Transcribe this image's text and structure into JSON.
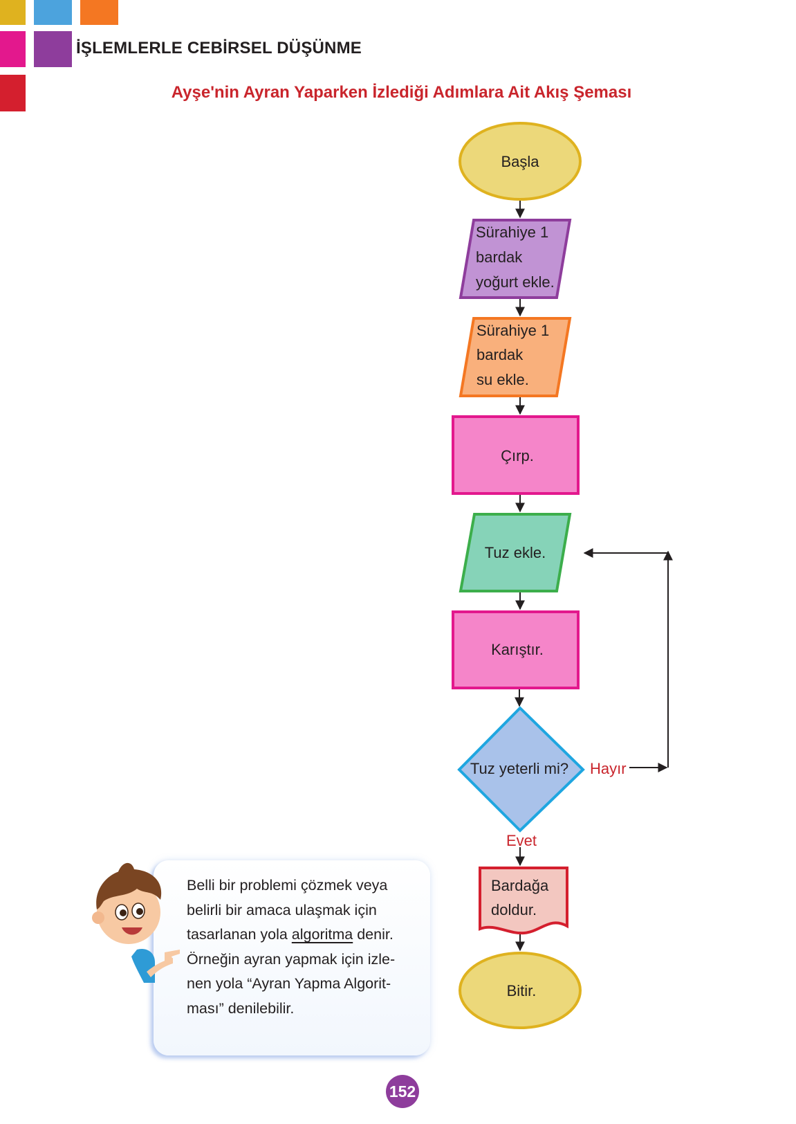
{
  "header": {
    "title": "İŞLEMLERLE CEBİRSEL DÜŞÜNME",
    "colors": [
      "#dfb21f",
      "#4ca3dd",
      "#f47722",
      "#e3188d",
      "#8e3d9c",
      "#d41f2e"
    ]
  },
  "diagram": {
    "title": "Ayşe'nin Ayran Yaparken İzlediği Adımlara Ait Akış Şeması",
    "nodes": {
      "start": {
        "label": "Başla",
        "shape": "terminal",
        "color": "#ecd87a"
      },
      "step1": {
        "lines": [
          "Sürahiye 1",
          "bardak",
          "yoğurt ekle."
        ],
        "shape": "input-output",
        "color": "#c193d4"
      },
      "step2": {
        "lines": [
          "Sürahiye 1",
          "bardak",
          "su ekle."
        ],
        "shape": "input-output",
        "color": "#f9b07c"
      },
      "step3": {
        "label": "Çırp.",
        "shape": "process",
        "color": "#f585c9"
      },
      "step4": {
        "label": "Tuz ekle.",
        "shape": "input-output",
        "color": "#86d3b8"
      },
      "step5": {
        "label": "Karıştır.",
        "shape": "process",
        "color": "#f585c9"
      },
      "decision": {
        "label": "Tuz yeterli mi?",
        "shape": "decision",
        "color": "#a9c2ea"
      },
      "step6": {
        "lines": [
          "Bardağa",
          "doldur."
        ],
        "shape": "document",
        "color": "#f3c7c0"
      },
      "end": {
        "label": "Bitir.",
        "shape": "terminal",
        "color": "#ecd87a"
      }
    },
    "edges": [
      {
        "from": "start",
        "to": "step1"
      },
      {
        "from": "step1",
        "to": "step2"
      },
      {
        "from": "step2",
        "to": "step3"
      },
      {
        "from": "step3",
        "to": "step4"
      },
      {
        "from": "step4",
        "to": "step5"
      },
      {
        "from": "step5",
        "to": "decision"
      },
      {
        "from": "decision",
        "to": "step4",
        "label": "Hayır"
      },
      {
        "from": "decision",
        "to": "step6",
        "label": "Evet"
      },
      {
        "from": "step6",
        "to": "end"
      }
    ],
    "no_label": "Hayır",
    "yes_label": "Evet"
  },
  "callout": {
    "line1": "Belli bir problemi çözmek veya",
    "line2": "belirli bir amaca ulaşmak için",
    "line3_before": "tasarlanan yola ",
    "line3_term": "algoritma",
    "line3_after": " denir.",
    "line4": "Örneğin ayran yapmak için izle-",
    "line5": "nen yola “Ayran Yapma Algorit-",
    "line6": "ması” denilebilir."
  },
  "page": {
    "number": "152"
  }
}
